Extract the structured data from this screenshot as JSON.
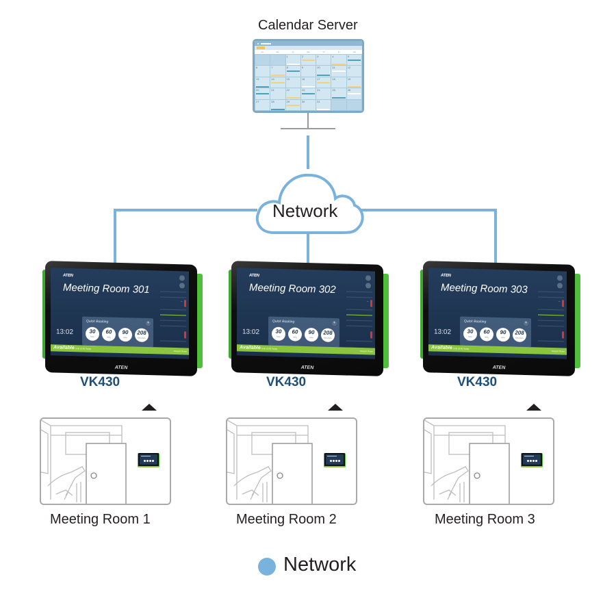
{
  "server": {
    "title": "Calendar Server",
    "icon": "calendar-monitor-icon",
    "weekdays": [
      "Su",
      "Mo",
      "Tu",
      "We",
      "Th",
      "Fr",
      "Sa"
    ],
    "dates": [
      "",
      "",
      "1",
      "2",
      "3",
      "4",
      "5",
      "6",
      "7",
      "8",
      "9",
      "10",
      "11",
      "12",
      "13",
      "14",
      "15",
      "16",
      "17",
      "18",
      "19",
      "20",
      "21",
      "22",
      "23",
      "24",
      "25",
      "26",
      "27",
      "28",
      "29",
      "30",
      "31",
      "",
      ""
    ]
  },
  "network": {
    "cloud_label": "Network",
    "line_color": "#79b2dd"
  },
  "devices": [
    {
      "model": "VK430",
      "brand": "ATEN",
      "room_title": "Meeting Room 301",
      "clock": "13:02",
      "quick_booking_title": "Quick Booking",
      "durations": [
        {
          "value": "30",
          "unit": "Mins"
        },
        {
          "value": "60",
          "unit": "Mins"
        },
        {
          "value": "90",
          "unit": "Mins"
        },
        {
          "value": "208",
          "unit": "Mins MAX"
        }
      ],
      "status": "Available",
      "status_sub": "Until 18:00 Today",
      "support": "Support Room"
    },
    {
      "model": "VK430",
      "brand": "ATEN",
      "room_title": "Meeting Room 302",
      "clock": "13:02",
      "quick_booking_title": "Quick Booking",
      "durations": [
        {
          "value": "30",
          "unit": "Mins"
        },
        {
          "value": "60",
          "unit": "Mins"
        },
        {
          "value": "90",
          "unit": "Mins"
        },
        {
          "value": "208",
          "unit": "Mins MAX"
        }
      ],
      "status": "Available",
      "status_sub": "Until 18:00 Today",
      "support": "Support Room"
    },
    {
      "model": "VK430",
      "brand": "ATEN",
      "room_title": "Meeting Room 303",
      "clock": "13:02",
      "quick_booking_title": "Quick Booking",
      "durations": [
        {
          "value": "30",
          "unit": "Mins"
        },
        {
          "value": "60",
          "unit": "Mins"
        },
        {
          "value": "90",
          "unit": "Mins"
        },
        {
          "value": "208",
          "unit": "Mins MAX"
        }
      ],
      "status": "Available",
      "status_sub": "Until 18:00 Today",
      "support": "Support Room"
    }
  ],
  "rooms": [
    {
      "label": "Meeting Room 1"
    },
    {
      "label": "Meeting Room 2"
    },
    {
      "label": "Meeting Room 3"
    }
  ],
  "legend": {
    "label": "Network",
    "color": "#79b2dd"
  },
  "colors": {
    "brand_green": "#8bc53f",
    "model_blue": "#1f4e79"
  }
}
